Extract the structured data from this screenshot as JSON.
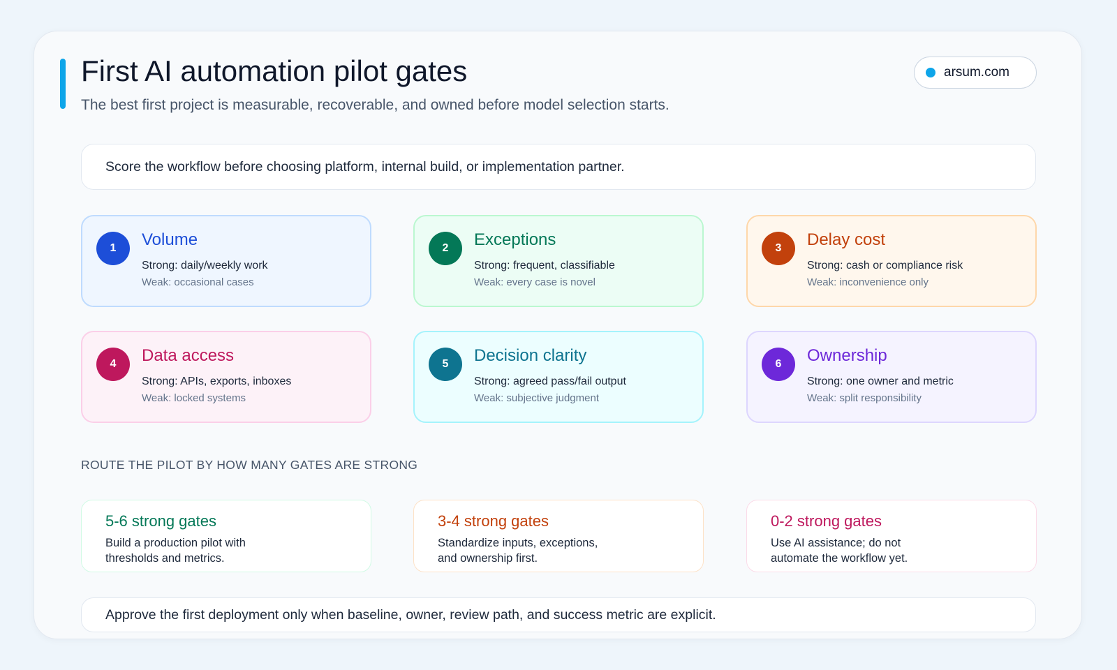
{
  "header": {
    "title": "First AI automation pilot gates",
    "subtitle": "The best first project is measurable, recoverable, and owned before model selection starts.",
    "brand": "arsum.com"
  },
  "intro": "Score the workflow before choosing platform, internal build, or implementation partner.",
  "gates": [
    {
      "number": "1",
      "name": "Volume",
      "strong": "Strong: daily/weekly work",
      "weak": "Weak: occasional cases",
      "color": "#1d4ed8",
      "bg": "#eff6ff",
      "border": "#bfdbfe"
    },
    {
      "number": "2",
      "name": "Exceptions",
      "strong": "Strong: frequent, classifiable",
      "weak": "Weak: every case is novel",
      "color": "#047857",
      "bg": "#ecfdf5",
      "border": "#bbf7d0"
    },
    {
      "number": "3",
      "name": "Delay cost",
      "strong": "Strong: cash or compliance risk",
      "weak": "Weak: inconvenience only",
      "color": "#c2410c",
      "bg": "#fff7ed",
      "border": "#fed7aa"
    },
    {
      "number": "4",
      "name": "Data access",
      "strong": "Strong: APIs, exports, inboxes",
      "weak": "Weak: locked systems",
      "color": "#be185d",
      "bg": "#fdf2f8",
      "border": "#fbcfe8"
    },
    {
      "number": "5",
      "name": "Decision clarity",
      "strong": "Strong: agreed pass/fail output",
      "weak": "Weak: subjective judgment",
      "color": "#0e7490",
      "bg": "#ecfeff",
      "border": "#a5f3fc"
    },
    {
      "number": "6",
      "name": "Ownership",
      "strong": "Strong: one owner and metric",
      "weak": "Weak: split responsibility",
      "color": "#6d28d9",
      "bg": "#f5f3ff",
      "border": "#ddd6fe"
    }
  ],
  "routing": {
    "label": "ROUTE THE PILOT BY HOW MANY GATES ARE STRONG",
    "routes": [
      {
        "title": "5-6 strong gates",
        "description": "Build a production pilot with thresholds and metrics.",
        "color": "#047857",
        "border": "#d1fae5"
      },
      {
        "title": "3-4 strong gates",
        "description": "Standardize inputs, exceptions, and ownership first.",
        "color": "#c2410c",
        "border": "#fde2c8"
      },
      {
        "title": "0-2 strong gates",
        "description": "Use AI assistance; do not automate the workflow yet.",
        "color": "#be185d",
        "border": "#fbdbe8"
      }
    ]
  },
  "footer": "Approve the first deployment only when baseline, owner, review path, and success metric are explicit."
}
